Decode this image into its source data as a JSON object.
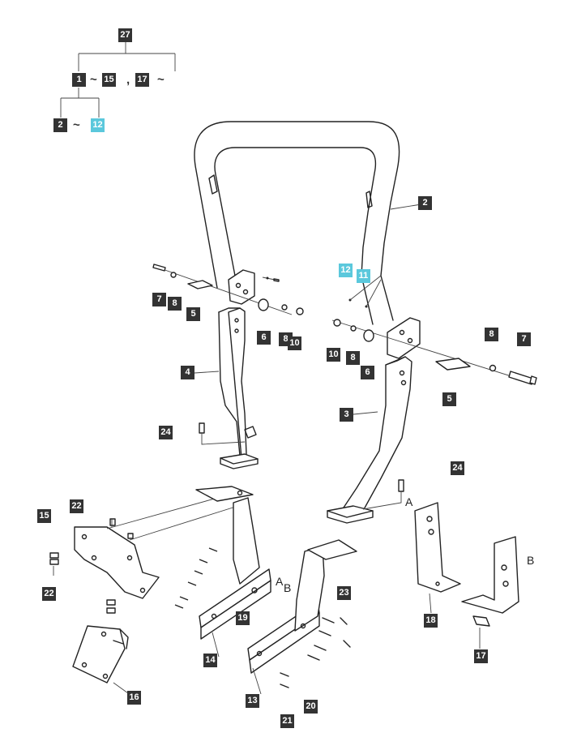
{
  "tree": {
    "root": "27",
    "level1": [
      "1",
      "~",
      "15",
      ",",
      "17",
      "~"
    ],
    "level2": [
      "2",
      "~",
      "12"
    ]
  },
  "callouts": {
    "p2": "2",
    "p3": "3",
    "p4": "4",
    "p5a": "5",
    "p5b": "5",
    "p6a": "6",
    "p6b": "6",
    "p7a": "7",
    "p7b": "7",
    "p8a": "8",
    "p8b": "8",
    "p8c": "8",
    "p8d": "8",
    "p10a": "10",
    "p10b": "10",
    "p11": "11",
    "p12": "12",
    "p13": "13",
    "p14": "14",
    "p15": "15",
    "p16": "16",
    "p17": "17",
    "p18": "18",
    "p19": "19",
    "p20": "20",
    "p21": "21",
    "p22a": "22",
    "p22b": "22",
    "p23": "23",
    "p24a": "24",
    "p24b": "24"
  },
  "letters": {
    "a1": "A",
    "b1": "B",
    "a2": "A",
    "b2": "B"
  },
  "colors": {
    "callout": "#333333",
    "highlight": "#5bc8dc"
  }
}
